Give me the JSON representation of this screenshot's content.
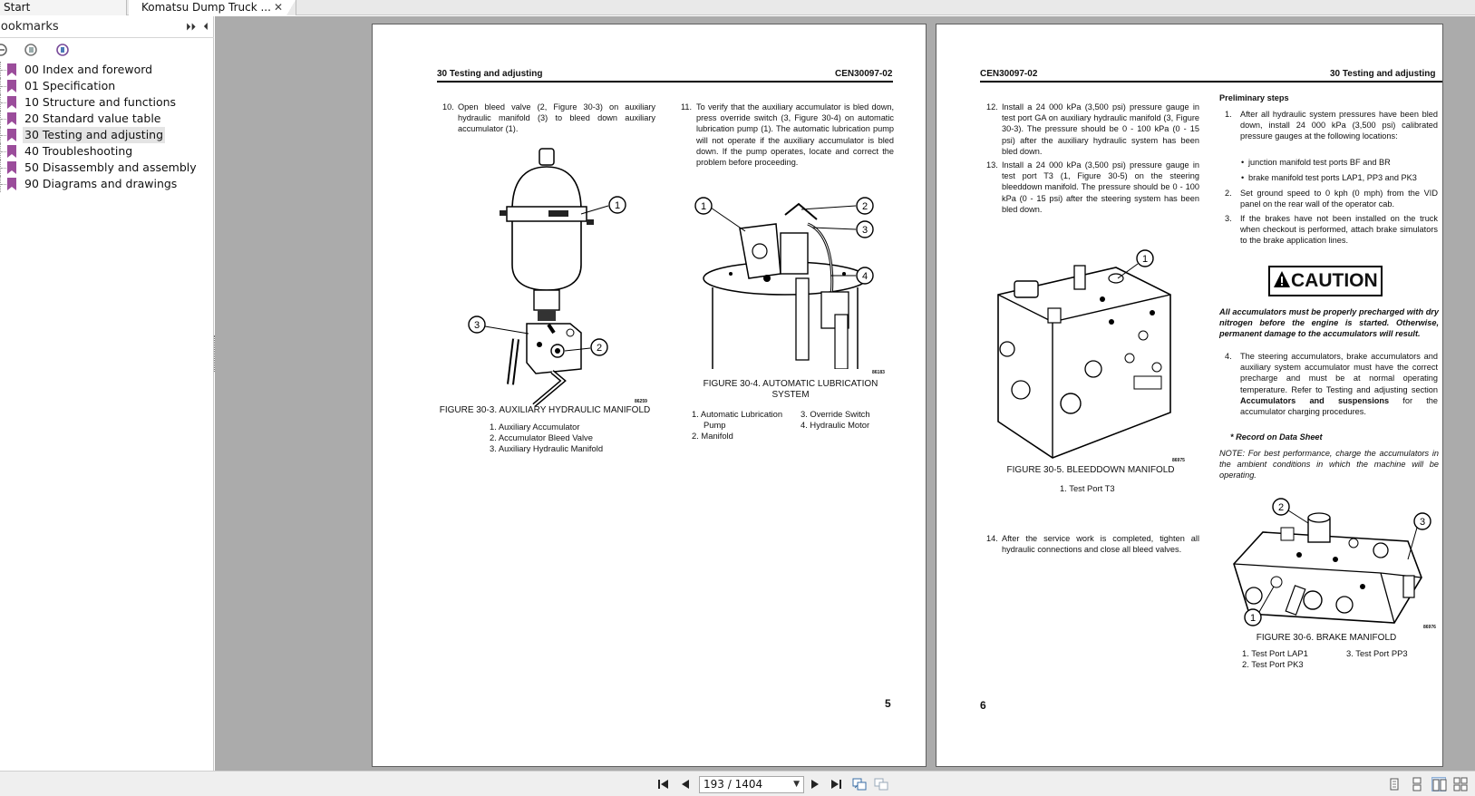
{
  "tabs": {
    "start": "Start",
    "document": "Komatsu Dump Truck ...",
    "close": "✕"
  },
  "bookmarks": {
    "title": "Bookmarks",
    "expand": "⏵⏵",
    "collapse": "⏴",
    "items": [
      {
        "label": "00 Index and foreword"
      },
      {
        "label": "01 Specification"
      },
      {
        "label": "10 Structure and functions"
      },
      {
        "label": "20 Standard value table"
      },
      {
        "label": "30 Testing and adjusting"
      },
      {
        "label": "40 Troubleshooting"
      },
      {
        "label": "50 Disassembly and assembly"
      },
      {
        "label": "90 Diagrams and drawings"
      }
    ],
    "selected_index": 4,
    "flag_color": "#9b4d9b"
  },
  "page_left": {
    "header_left": "30 Testing and adjusting",
    "header_right": "CEN30097-02",
    "step10_num": "10.",
    "step10": "Open bleed valve (2, Figure 30-3) on auxiliary hydraulic manifold (3) to bleed down auxiliary accumulator (1).",
    "step11_num": "11.",
    "step11": "To verify that the auxiliary accumulator is bled down, press override switch (3, Figure 30-4) on automatic lubrication pump (1). The automatic lubrication pump will not operate if the auxiliary accumulator is bled down. If the pump operates, locate and correct the problem before proceeding.",
    "fig3_id": "86259",
    "fig3_caption": "FIGURE 30-3. AUXILIARY HYDRAULIC MANIFOLD",
    "fig3_legend": [
      "1. Auxiliary Accumulator",
      "2. Accumulator Bleed Valve",
      "3. Auxiliary Hydraulic Manifold"
    ],
    "fig4_id": "86183",
    "fig4_caption": "FIGURE 30-4. AUTOMATIC LUBRICATION SYSTEM",
    "fig4_legend_a": "1. Automatic Lubrication",
    "fig4_legend_a2": "Pump",
    "fig4_legend_b": "2. Manifold",
    "fig4_legend_c": "3. Override Switch",
    "fig4_legend_d": "4. Hydraulic Motor",
    "callouts3": [
      "1",
      "2",
      "3"
    ],
    "callouts4": [
      "1",
      "2",
      "3",
      "4"
    ],
    "page_number": "5"
  },
  "page_right": {
    "header_left": "CEN30097-02",
    "header_right": "30 Testing and adjusting",
    "step12_num": "12.",
    "step12": "Install a 24 000 kPa (3,500 psi) pressure gauge in test port GA on auxiliary hydraulic manifold (3, Figure 30-3). The pressure should be 0 - 100 kPa (0 - 15 psi) after the auxiliary hydraulic system has been bled down.",
    "step13_num": "13.",
    "step13": "Install a 24 000 kPa (3,500 psi) pressure gauge in test port T3 (1, Figure 30-5) on the steering bleeddown manifold. The pressure should be 0 - 100 kPa (0 - 15 psi) after the steering system has been bled down.",
    "fig5_id": "86975",
    "fig5_caption": "FIGURE 30-5. BLEEDDOWN MANIFOLD",
    "fig5_legend": "1. Test Port T3",
    "step14_num": "14.",
    "step14": "After the service work is completed, tighten all hydraulic connections and close all bleed valves.",
    "prelim_title": "Preliminary steps",
    "p1_num": "1.",
    "p1": "After all hydraulic system pressures have been bled down, install 24 000 kPa (3,500 psi) calibrated pressure gauges at the following locations:",
    "bullet1": "junction manifold test ports BF and BR",
    "bullet2": "brake manifold test ports LAP1, PP3 and PK3",
    "p2_num": "2.",
    "p2": "Set ground speed to 0 kph (0 mph) from the VID panel on the rear wall of the operator cab.",
    "p3_num": "3.",
    "p3": "If the brakes have not been installed on the truck when checkout is performed, attach brake simulators to the brake application lines.",
    "caution_label": "CAUTION",
    "caution_text": "All accumulators must be properly precharged with dry nitrogen before the engine is started. Otherwise, permanent damage to the accumulators will result.",
    "p4_num": "4.",
    "p4_a": "The steering accumulators, brake accumulators and auxiliary system accumulator must have the correct precharge and must be at normal operating temperature. Refer to Testing and adjusting section ",
    "p4_bold": "Accumulators and suspensions",
    "p4_b": " for the accumulator charging procedures.",
    "record": "* Record on Data Sheet",
    "note": "NOTE: For best performance, charge the accumulators in the ambient conditions in which the machine will be operating.",
    "fig6_id": "86976",
    "fig6_caption": "FIGURE 30-6. BRAKE MANIFOLD",
    "fig6_legend_a": "1. Test Port LAP1",
    "fig6_legend_b": "2. Test Port PK3",
    "fig6_legend_c": "3. Test Port PP3",
    "callouts5": [
      "1"
    ],
    "callouts6": [
      "1",
      "2",
      "3"
    ],
    "page_number": "6"
  },
  "navigation": {
    "page_display": "193 / 1404",
    "dropdown_arrow": "▼"
  }
}
